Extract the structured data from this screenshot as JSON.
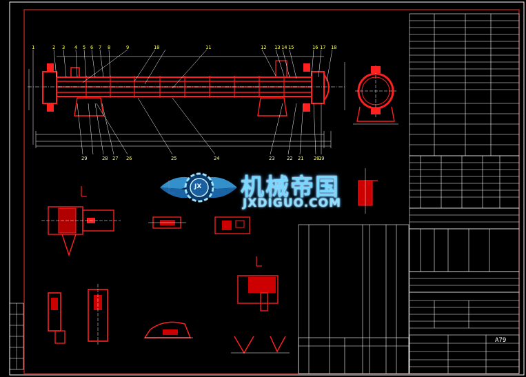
{
  "watermark": {
    "cn": "机械帝国",
    "en": "JXDIGUO.COM",
    "badge": "JX"
  },
  "balloons": [
    "1",
    "2",
    "3",
    "4",
    "5",
    "6",
    "7",
    "8",
    "9",
    "10",
    "11",
    "12",
    "13",
    "14",
    "15",
    "16",
    "17",
    "18",
    "19",
    "20",
    "21",
    "22",
    "23",
    "24",
    "25",
    "26",
    "27",
    "28",
    "29"
  ],
  "sheet": {
    "drawing_no": "A79"
  },
  "colors": {
    "background": "#000000",
    "outline": "#ff2020",
    "section": "#cc0000",
    "dimension": "#ffffff",
    "leader": "#ffff00",
    "table": "#ffffff"
  }
}
